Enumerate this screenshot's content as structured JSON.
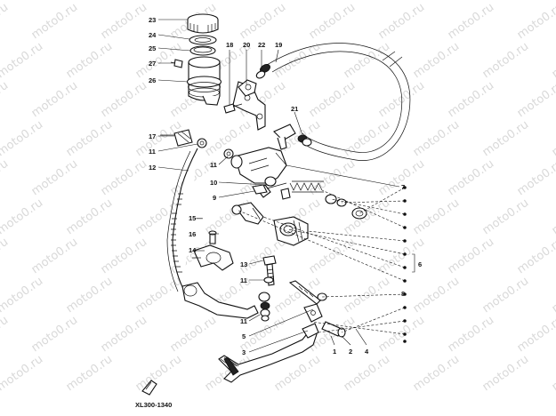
{
  "diagram": {
    "watermark_text": "moto0.ru",
    "drawing_code": "XL300-1340",
    "callouts": {
      "c23": "23",
      "c24": "24",
      "c25": "25",
      "c27": "27",
      "c26": "26",
      "c18": "18",
      "c20": "20",
      "c22": "22",
      "c19": "19",
      "c21": "21",
      "c17": "17",
      "c11a": "11",
      "c12": "12",
      "c11b": "11",
      "c10": "10",
      "c9": "9",
      "c7": "7",
      "c15": "15—",
      "c16": "16",
      "c14": "14",
      "c13": "13",
      "c11c": "11",
      "c11d": "11",
      "c5": "5",
      "c3": "3",
      "c8": "8",
      "c6": "6",
      "c1": "1",
      "c2": "2",
      "c4": "4"
    }
  }
}
